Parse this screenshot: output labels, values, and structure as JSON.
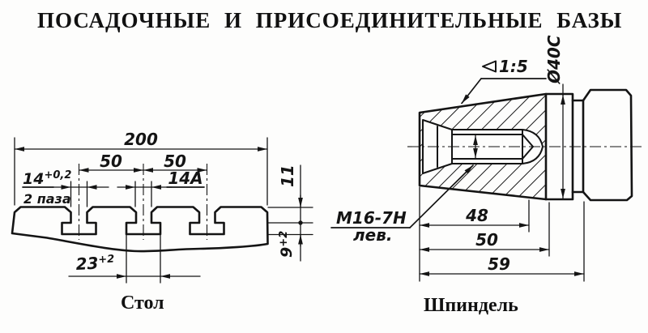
{
  "title": "ПОСАДОЧНЫЕ И ПРИСОЕДИНИТЕЛЬНЫЕ БАЗЫ",
  "table": {
    "caption": "Стол",
    "dim_overall": "200",
    "dim_pitch1": "50",
    "dim_pitch2": "50",
    "dim_slot_base": "14",
    "dim_slot_tol": "+0,2",
    "note_slots": "2 паза",
    "dim_slot_center": "14А",
    "dim_depth": "11",
    "dim_theight_base": "9",
    "dim_theight_tol": "+2",
    "dim_twidth_base": "23",
    "dim_twidth_tol": "+2"
  },
  "spindle": {
    "caption": "Шпиндель",
    "taper": "1:5",
    "dim_diameter": "Ø40С",
    "thread": "М16-7Н",
    "thread_dir": "лев.",
    "dim_thread_depth": "48",
    "dim_cone_depth": "50",
    "dim_nose": "59"
  }
}
